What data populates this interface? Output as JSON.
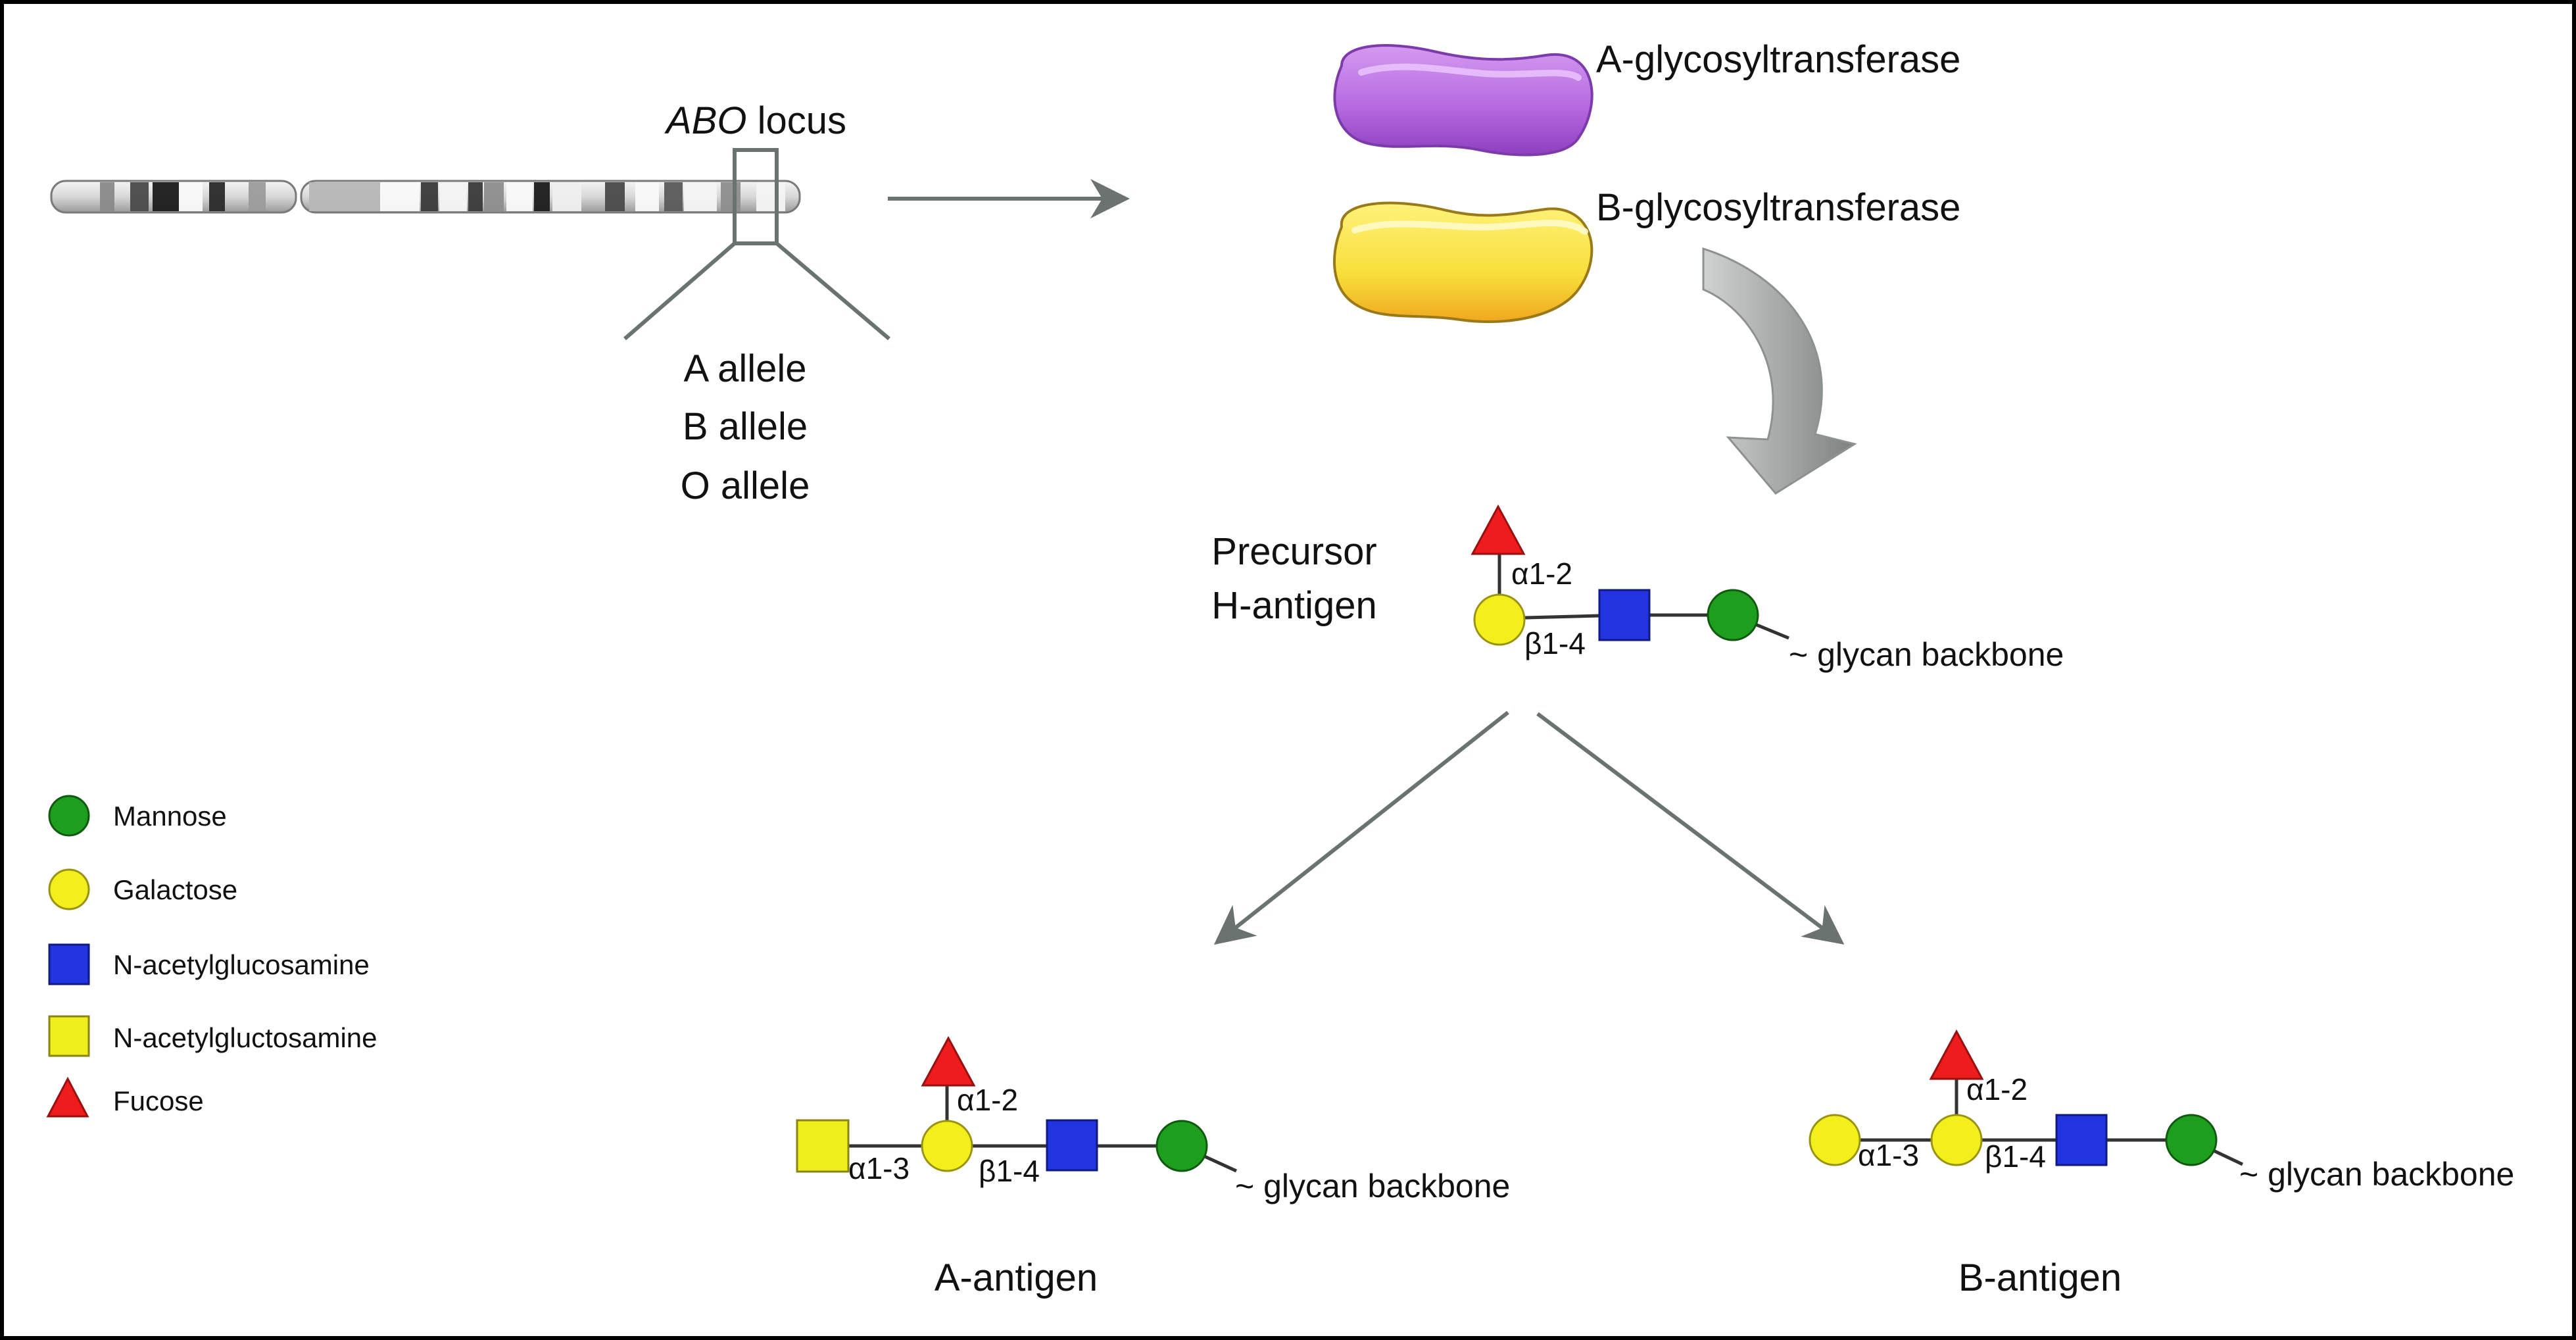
{
  "locus": {
    "title_italic": "ABO",
    "title_rest": " locus",
    "alleles": [
      "A allele",
      "B allele",
      "O allele"
    ]
  },
  "enzymes": {
    "a_label": "A-glycosyltransferase",
    "b_label": "B-glycosyltransferase"
  },
  "precursor": {
    "label_line1": "Precursor",
    "label_line2": "H-antigen",
    "link_fuc": "α1-2",
    "link_gal": "β1-4",
    "backbone": "~ glycan backbone"
  },
  "a_antigen": {
    "title": "A-antigen",
    "link_fuc": "α1-2",
    "link_left": "α1-3",
    "link_gal": "β1-4",
    "backbone": "~ glycan backbone"
  },
  "b_antigen": {
    "title": "B-antigen",
    "link_fuc": "α1-2",
    "link_left": "α1-3",
    "link_gal": "β1-4",
    "backbone": "~ glycan backbone"
  },
  "legend": [
    {
      "label": "Mannose",
      "icon": "green-circle-icon"
    },
    {
      "label": "Galactose",
      "icon": "yellow-circle-icon"
    },
    {
      "label": "N-acetylglucosamine",
      "icon": "blue-square-icon"
    },
    {
      "label": "N-acetylgluctosamine",
      "icon": "yellow-square-icon"
    },
    {
      "label": "Fucose",
      "icon": "red-triangle-icon"
    }
  ],
  "colors": {
    "mannose": "#1e9e1e",
    "galactose": "#f2ef1d",
    "glcnac": "#2233e0",
    "galnac": "#f0ef1e",
    "fucose": "#ee1c1c",
    "arrow": "#6b7370",
    "enzyme_a": "#b66be0",
    "enzyme_b": "#f7de3a",
    "frame": "#000000"
  }
}
